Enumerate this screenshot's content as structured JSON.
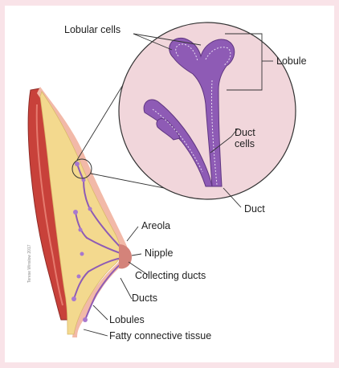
{
  "diagram": {
    "labels": {
      "lobular_cells": "Lobular cells",
      "lobule": "Lobule",
      "duct_cells": "Duct\ncells",
      "duct": "Duct",
      "areola": "Areola",
      "nipple": "Nipple",
      "collecting_ducts": "Collecting ducts",
      "ducts": "Ducts",
      "lobules": "Lobules",
      "fatty_connective_tissue": "Fatty connective tissue"
    },
    "credit": "Terese Winslow 2017",
    "colors": {
      "background": "#f9e3e8",
      "panel": "#ffffff",
      "muscle": "#c8413a",
      "fat": "#f3d98e",
      "skin": "#f2b9a8",
      "gland": "#8e5bb5",
      "circle_fill": "#f1d6db"
    }
  }
}
